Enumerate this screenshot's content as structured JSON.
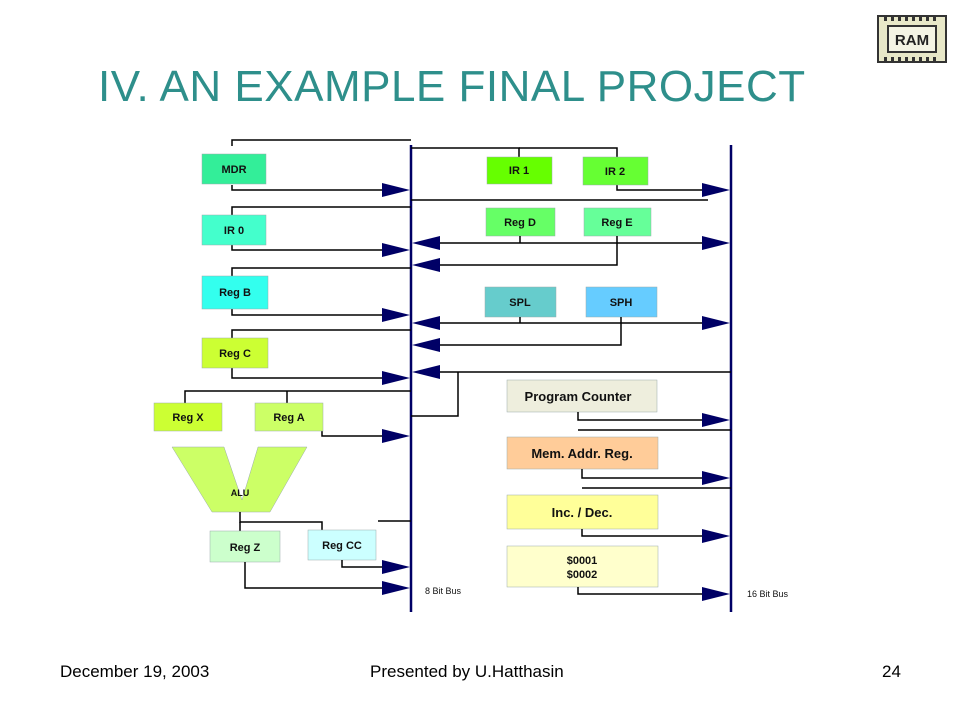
{
  "slide": {
    "title": "IV. AN EXAMPLE FINAL PROJECT",
    "logo_text": "RAM"
  },
  "diagram": {
    "registers": {
      "mdr": "MDR",
      "ir0": "IR 0",
      "regb": "Reg B",
      "regc": "Reg C",
      "regx": "Reg X",
      "rega": "Reg A",
      "alu": "ALU",
      "regz": "Reg Z",
      "regcc": "Reg CC",
      "ir1": "IR 1",
      "ir2": "IR 2",
      "regd": "Reg D",
      "rege": "Reg E",
      "spl": "SPL",
      "sph": "SPH",
      "pc": "Program Counter",
      "mar": "Mem. Addr. Reg.",
      "incdec": "Inc.  / Dec.",
      "const1": "$0001",
      "const2": "$0002"
    },
    "bus8_label": "8 Bit Bus",
    "bus16_label": "16 Bit Bus"
  },
  "footer": {
    "date": "December 19, 2003",
    "presenter": "Presented by U.Hatthasin",
    "page": "24"
  },
  "colors": {
    "title": "#2e8f8b",
    "mdr": "#33ee99",
    "ir0": "#44ffcc",
    "regb": "#33ffee",
    "regc": "#ccff33",
    "regx": "#ccff33",
    "rega": "#ccff66",
    "alu": "#ccff66",
    "regz": "#ccffcc",
    "regcc": "#ccffff",
    "ir1": "#66ff00",
    "ir2": "#66ff33",
    "regd": "#66ff66",
    "rege": "#66ff99",
    "spl": "#66cccc",
    "sph": "#66ccff",
    "pc": "#eeeedd",
    "mar": "#ffcc99",
    "incdec": "#ffff99",
    "const": "#ffffcc",
    "bus": "#000066"
  }
}
